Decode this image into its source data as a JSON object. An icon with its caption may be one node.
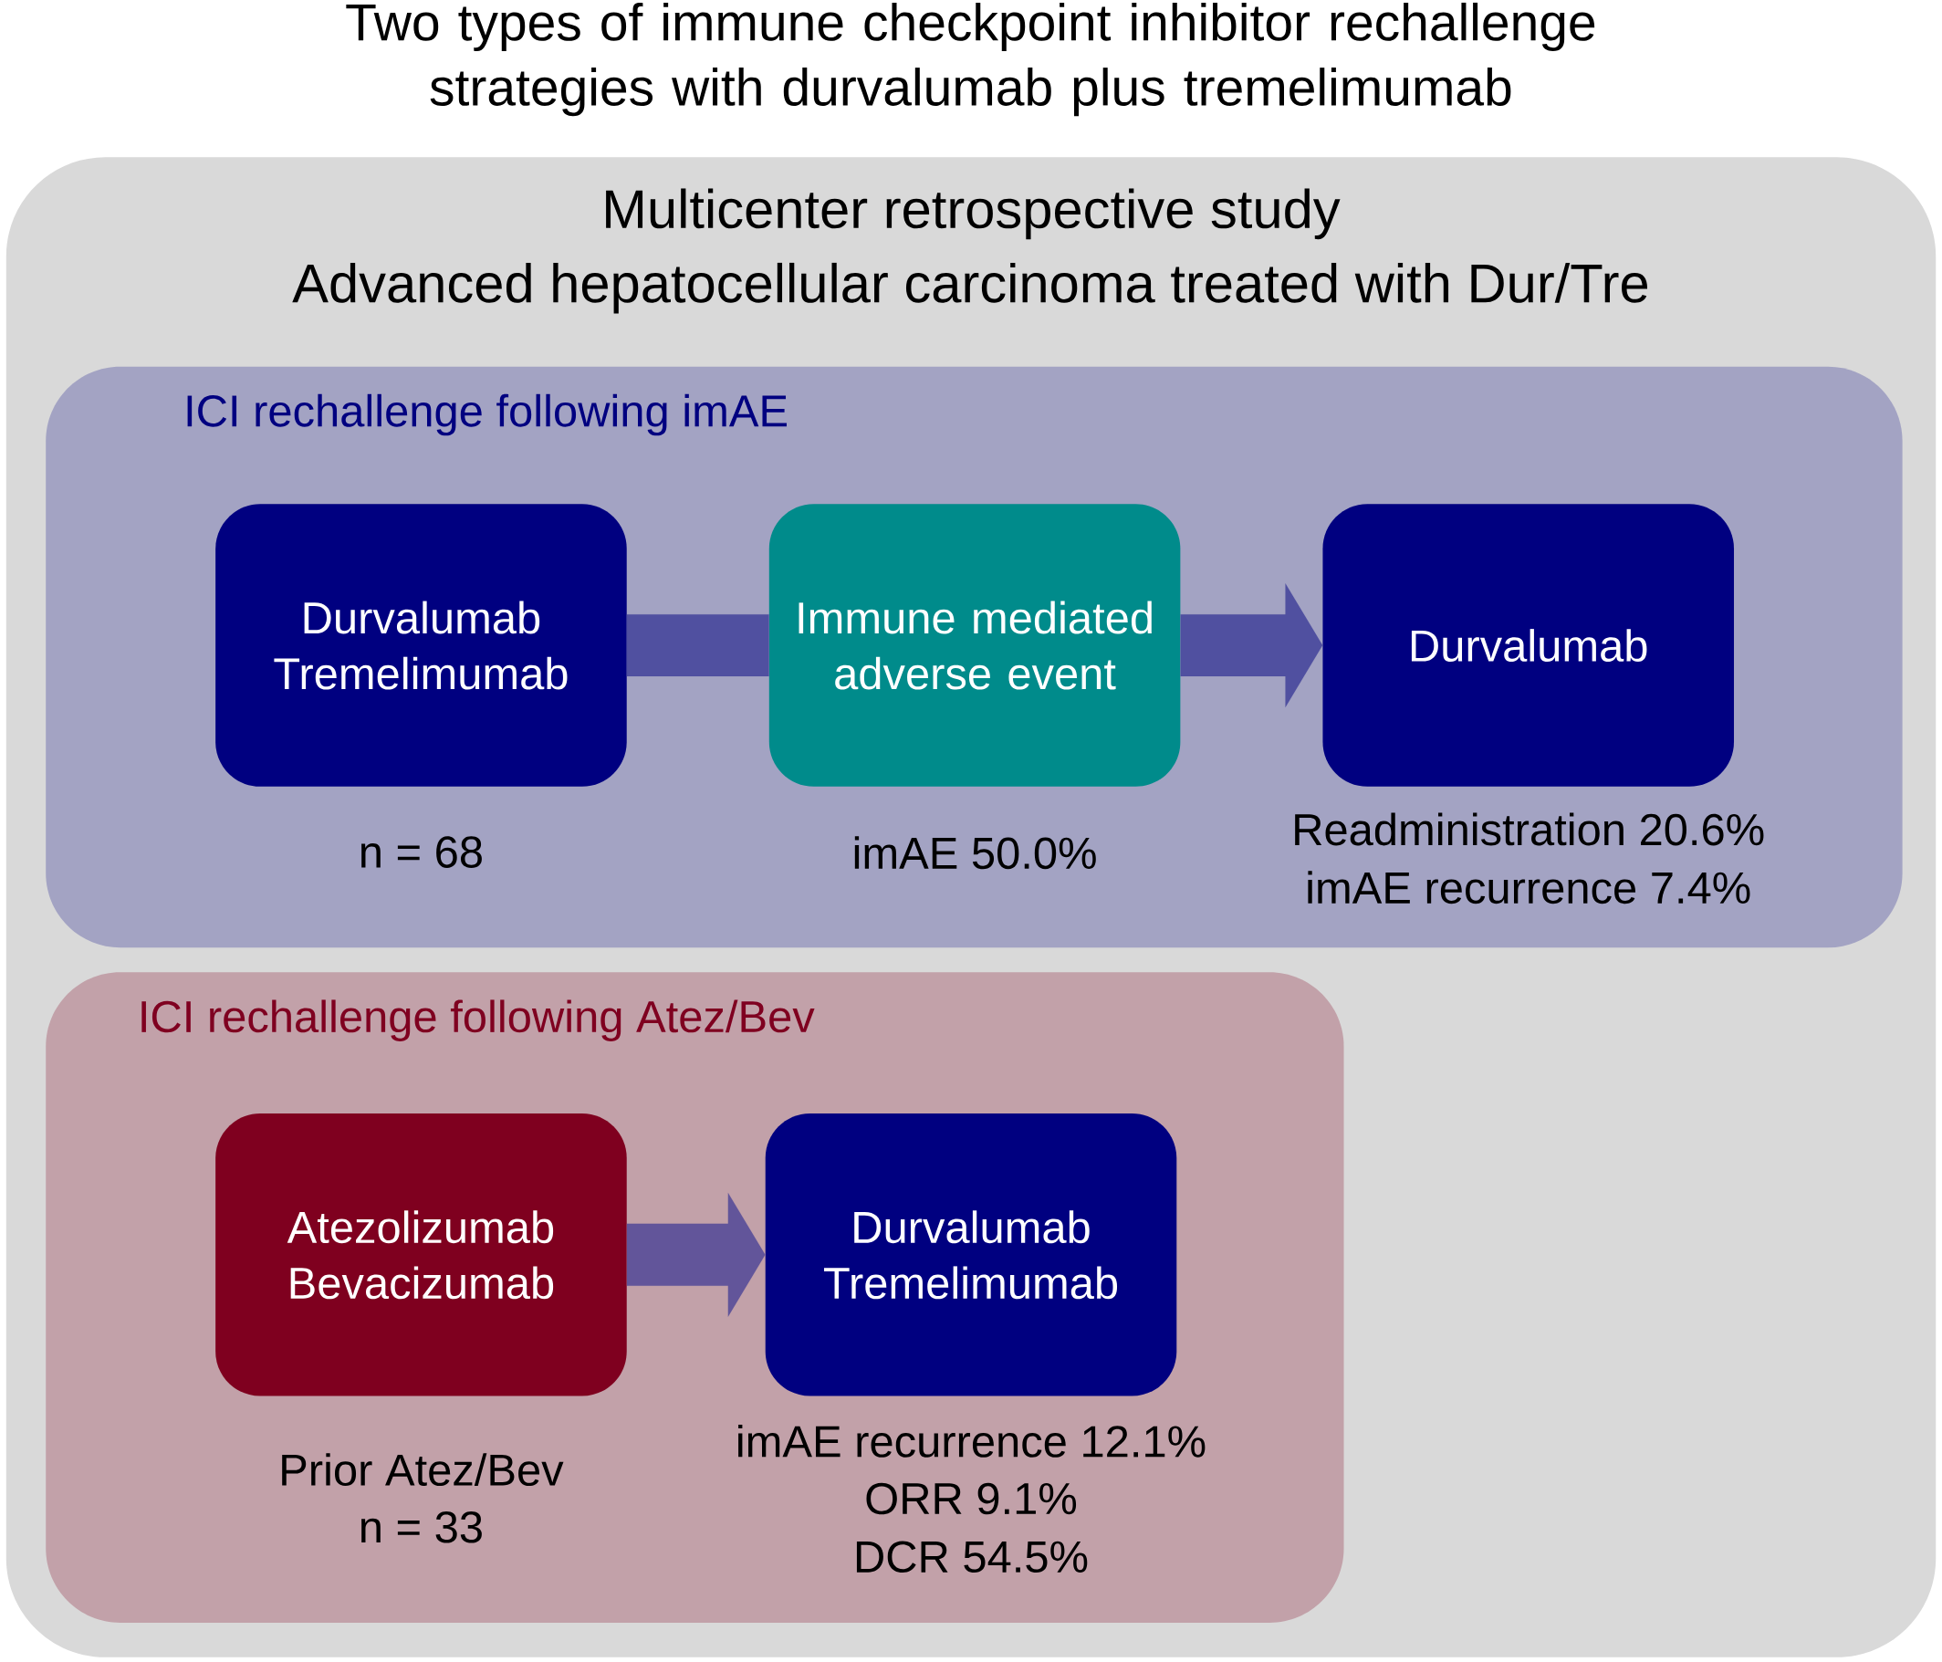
{
  "diagram": {
    "title": "Two types of immune checkpoint inhibitor rechallenge strategies with durvalumab plus tremelimumab",
    "nodes": [
      {
        "text": [
          "Multicenter retrospective study",
          "Advanced hepatocellular carcinoma treated with Dur/Tre"
        ]
      },
      {
        "text": [
          "ICI rechallenge following imAE"
        ],
        "in": 0
      },
      {
        "text": [
          "Durvalumab Tremelimumab"
        ],
        "in": 1,
        "beside": [
          "n = 68"
        ]
      },
      {
        "text": [
          "Immune mediated adverse event"
        ],
        "in": 1,
        "beside": [
          "imAE 50.0%"
        ]
      },
      {
        "text": [
          "Durvalumab"
        ],
        "in": 1,
        "beside": [
          "Readministration 20.6%",
          "imAE recurrence 7.4%"
        ]
      },
      {
        "text": [
          "ICI rechallenge following Atez/Bev"
        ],
        "in": 0
      },
      {
        "text": [
          "Atezolizumab Bevacizumab"
        ],
        "in": 5,
        "beside": [
          "Prior Atez/Bev",
          "n = 33"
        ]
      },
      {
        "text": [
          "Durvalumab Tremelimumab"
        ],
        "in": 5,
        "beside": [
          "imAE recurrence 12.1%",
          "ORR 9.1%",
          "DCR 54.5%"
        ]
      }
    ],
    "edges": [
      {
        "from": 2,
        "to": 3,
        "arrow": "none",
        "color": "#5050a0"
      },
      {
        "from": 3,
        "to": 4,
        "arrow": "to",
        "color": "#5050a0"
      },
      {
        "from": 6,
        "to": 7,
        "arrow": "to",
        "color": "#62559a"
      }
    ]
  }
}
